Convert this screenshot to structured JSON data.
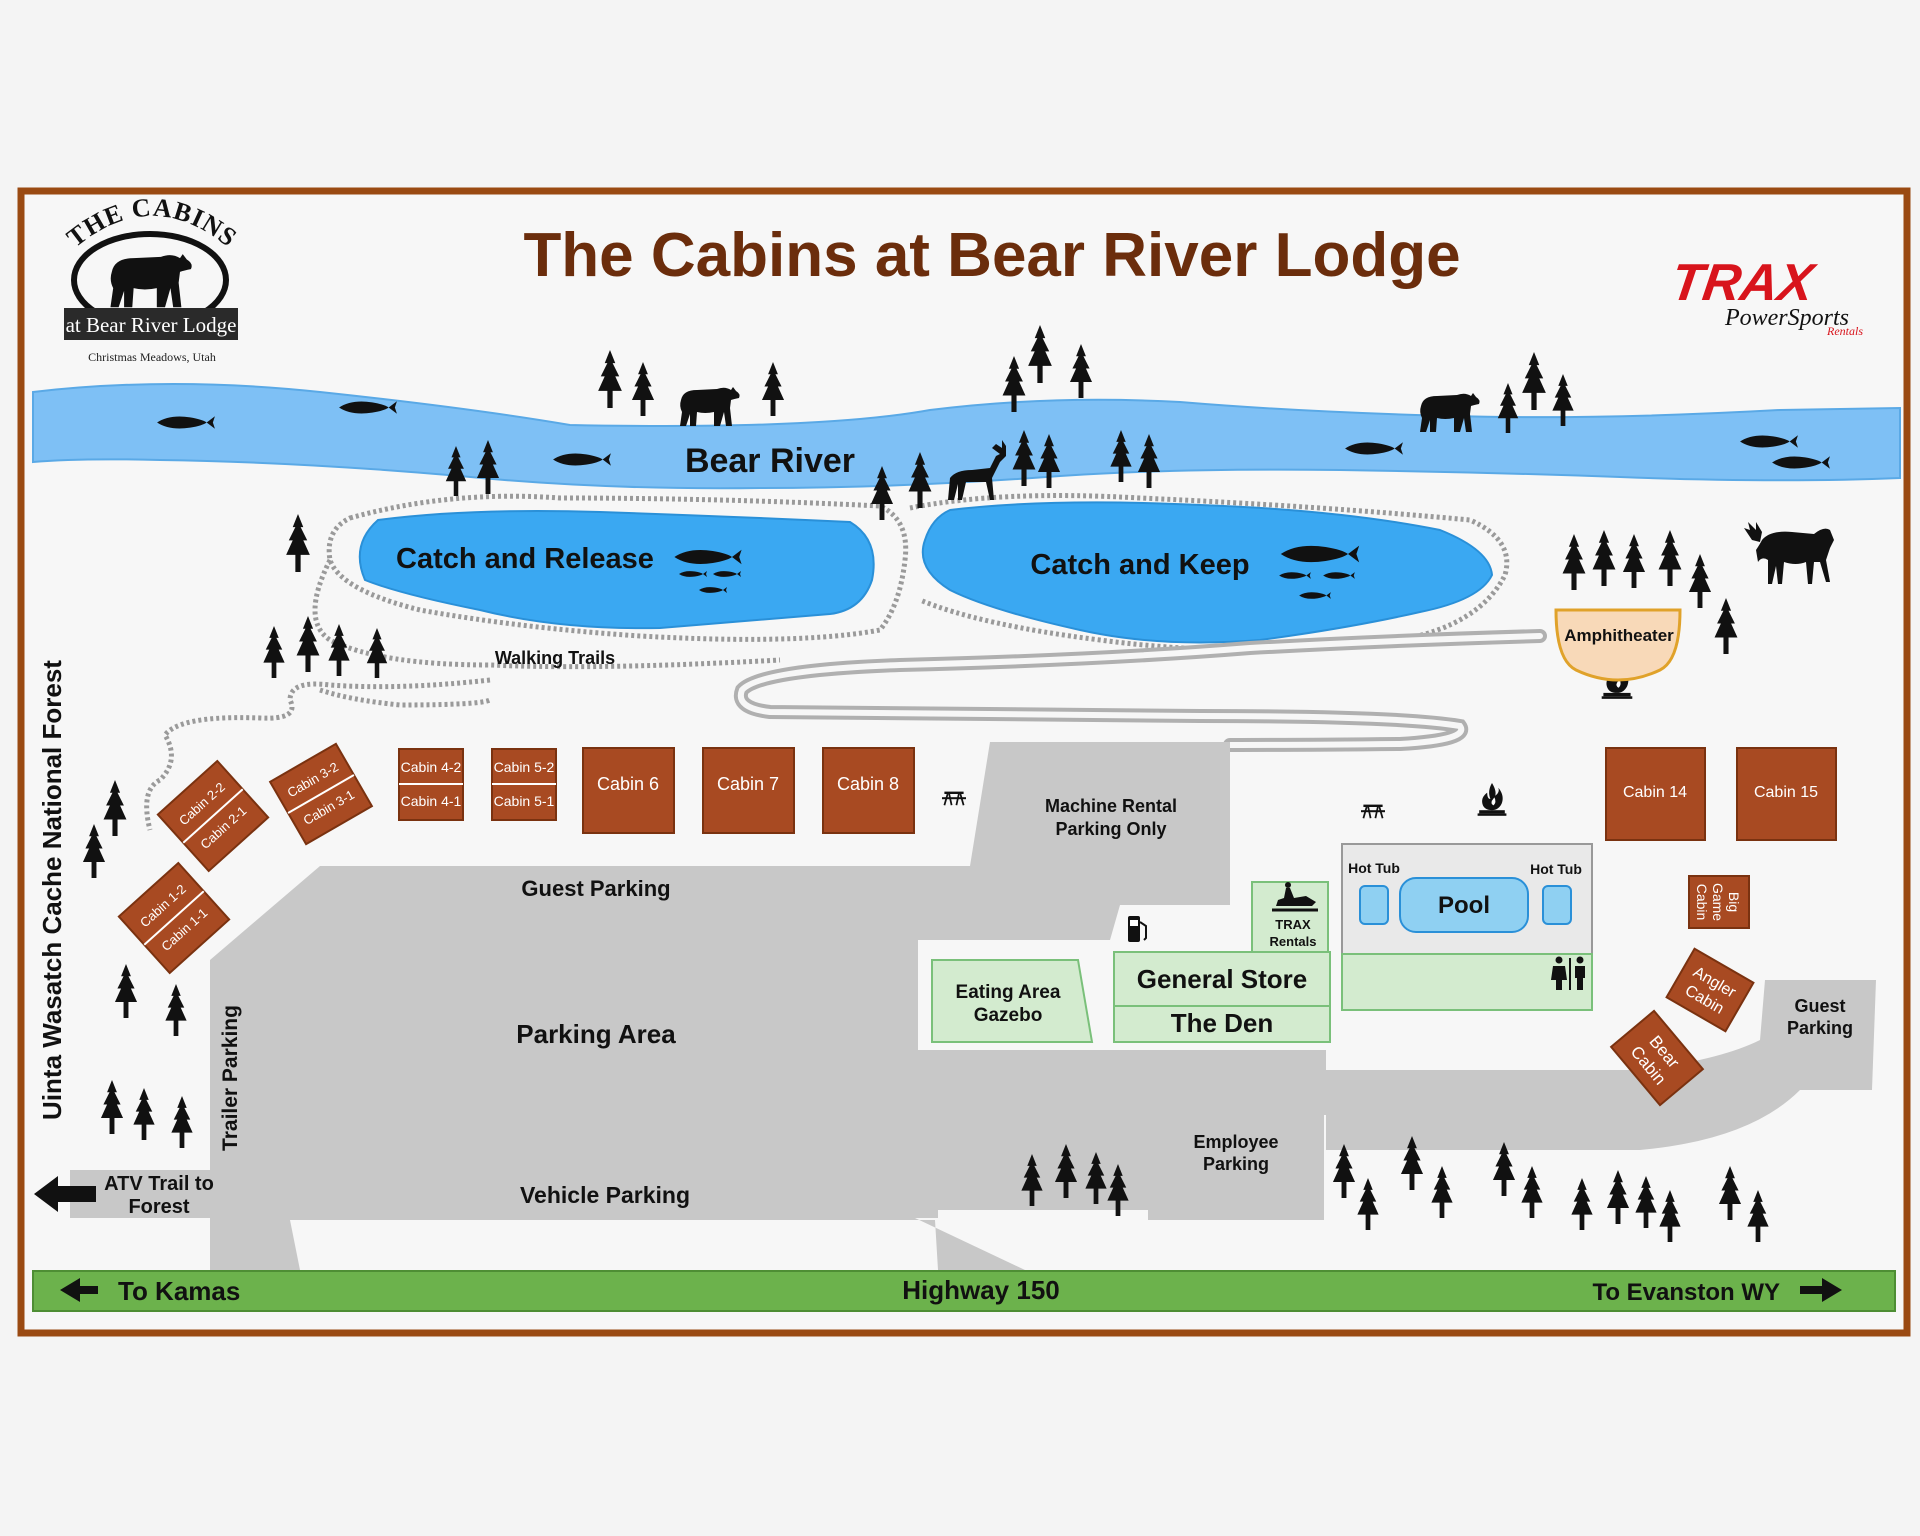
{
  "title": "The Cabins at Bear River Lodge",
  "logo": {
    "arc_text": "THE CABINS",
    "banner_text": "at Bear River Lodge",
    "location": "Christmas Meadows, Utah"
  },
  "sponsor": {
    "name": "TRAX",
    "line2": "PowerSports",
    "line3": "Rentals"
  },
  "water": {
    "river": "Bear River",
    "pond_left": "Catch and Release",
    "pond_right": "Catch and Keep"
  },
  "trails": {
    "walking": "Walking Trails"
  },
  "forest_label": "Uinta Wasatch Cache National Forest",
  "amphitheater": "Amphitheater",
  "cabins": {
    "c4_2": "Cabin 4-2",
    "c4_1": "Cabin 4-1",
    "c5_2": "Cabin 5-2",
    "c5_1": "Cabin 5-1",
    "c6": "Cabin 6",
    "c7": "Cabin 7",
    "c8": "Cabin 8",
    "c14": "Cabin 14",
    "c15": "Cabin 15",
    "c2_2": "Cabin 2-2",
    "c2_1": "Cabin 2-1",
    "c3_2": "Cabin 3-2",
    "c3_1": "Cabin 3-1",
    "c1_2": "Cabin 1-2",
    "c1_1": "Cabin 1-1",
    "big_game_1": "Big",
    "big_game_2": "Game",
    "big_game_3": "Cabin",
    "angler_1": "Angler",
    "angler_2": "Cabin",
    "bear_1": "Bear",
    "bear_2": "Cabin"
  },
  "parking": {
    "machine_1": "Machine Rental",
    "machine_2": "Parking Only",
    "guest": "Guest Parking",
    "area": "Parking Area",
    "vehicle": "Vehicle Parking",
    "trailer": "Trailer Parking",
    "employee_1": "Employee",
    "employee_2": "Parking",
    "guest_right_1": "Guest",
    "guest_right_2": "Parking"
  },
  "facilities": {
    "hot_tub_left": "Hot Tub",
    "hot_tub_right": "Hot Tub",
    "pool": "Pool",
    "trax_1": "TRAX",
    "trax_2": "Rentals",
    "general_store": "General Store",
    "the_den": "The Den",
    "eating_1": "Eating Area",
    "eating_2": "Gazebo"
  },
  "atv": {
    "line1": "ATV Trail to",
    "line2": "Forest"
  },
  "highway": {
    "name": "Highway 150",
    "west": "To Kamas",
    "east": "To Evanston WY"
  },
  "colors": {
    "border": "#9a4a12",
    "title": "#6b2d0c",
    "river": "#7ec0f5",
    "pond": "#3aa8f2",
    "cabin": "#a84a22",
    "parking": "#c8c8c8",
    "building": "#d3ebcf",
    "building_stroke": "#7ac07a",
    "highway": "#6cb24c",
    "pool": "#8fd0f2",
    "amphitheater": "#f8d9b8",
    "trax_red": "#d8141c"
  },
  "icons": [
    "tree-icon",
    "bear-icon",
    "fish-icon",
    "deer-icon",
    "moose-icon",
    "campfire-icon",
    "picnic-table-icon",
    "fuel-pump-icon",
    "restroom-icon",
    "snowmobile-icon",
    "arrow-left-icon",
    "arrow-right-icon"
  ]
}
